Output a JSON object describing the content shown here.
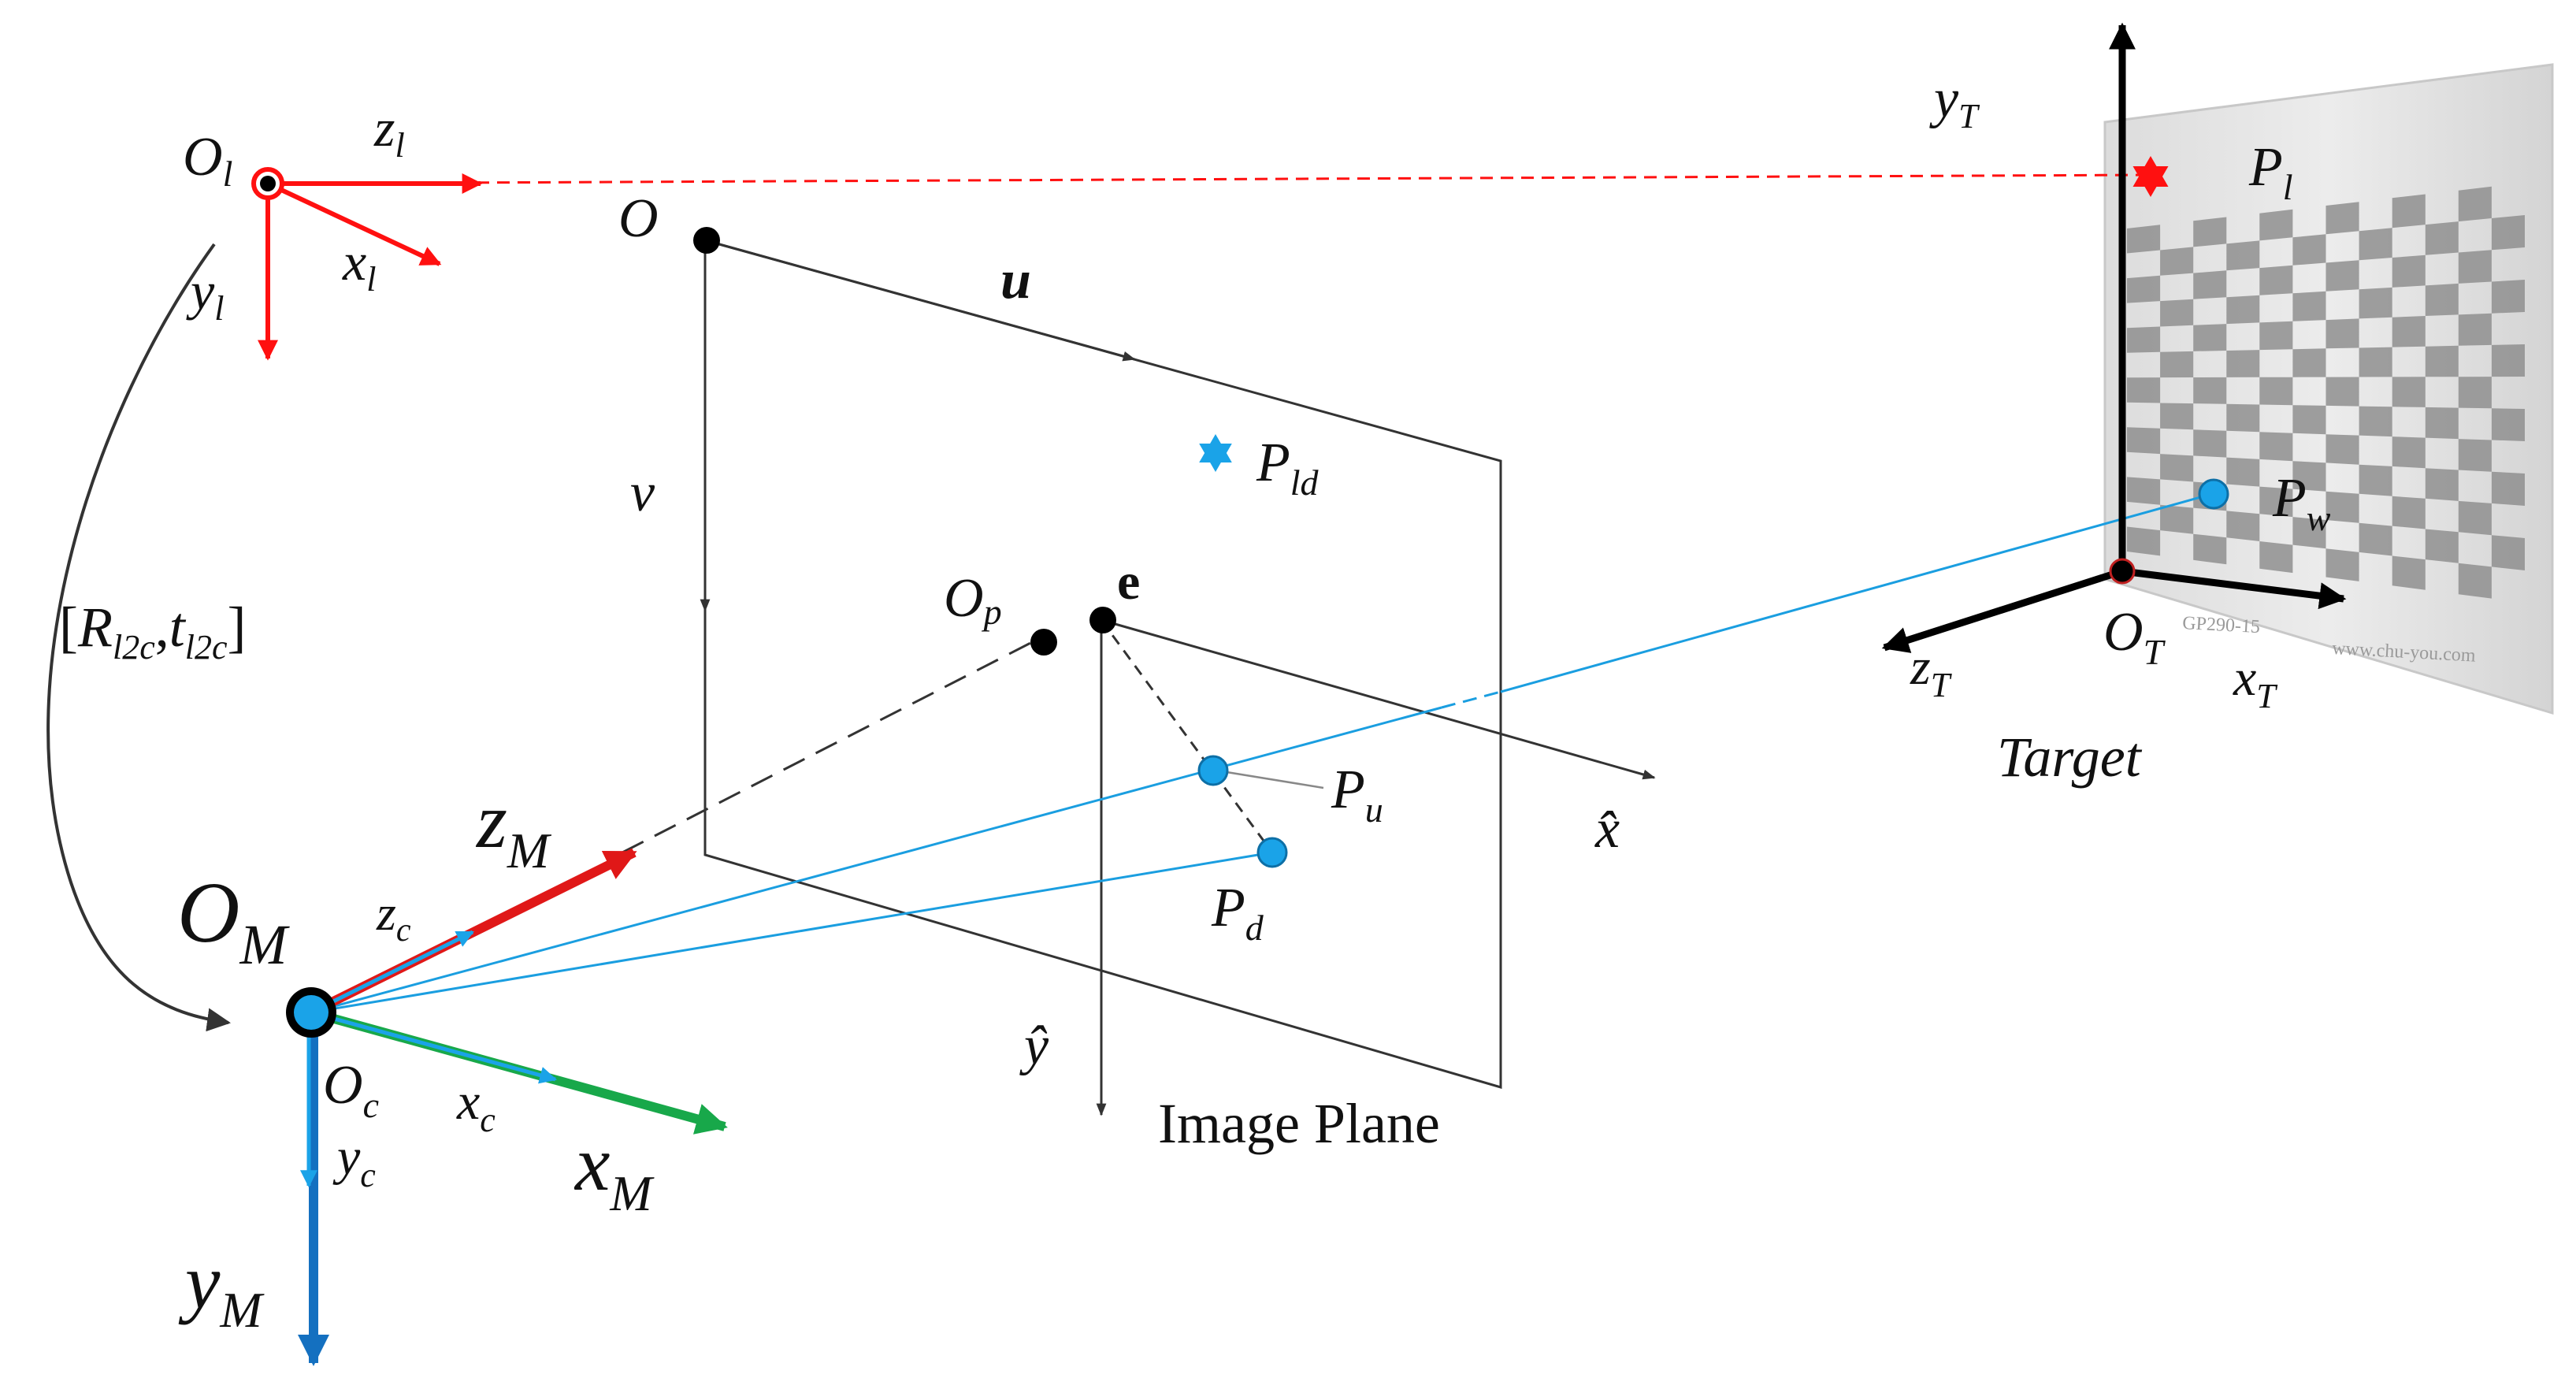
{
  "colors": {
    "lidar": "#ff1010",
    "camera": "#1aa3e8",
    "ray": "#1a9ee0",
    "target_axis": "#000000",
    "x_M": "#18a84a",
    "y_M": "#1470c0",
    "z_M": "#e01818",
    "board": "#e6e6e6",
    "square": "#8f8f8f"
  },
  "icons": {
    "lidar_point": "six-point-star-red",
    "projected_lidar_point": "six-point-star-blue"
  },
  "labels": {
    "O_l": {
      "main": "O",
      "sub": "l"
    },
    "z_l": {
      "main": "z",
      "sub": "l"
    },
    "x_l": {
      "main": "x",
      "sub": "l"
    },
    "y_l": {
      "main": "y",
      "sub": "l"
    },
    "O": {
      "main": "O"
    },
    "u": {
      "main": "u"
    },
    "v": {
      "main": "v"
    },
    "P_ld": {
      "main": "P",
      "sub": "ld"
    },
    "O_p": {
      "main": "O",
      "sub": "p"
    },
    "e": {
      "main": "e"
    },
    "P_u": {
      "main": "P",
      "sub": "u"
    },
    "P_d": {
      "main": "P",
      "sub": "d"
    },
    "x_hat": {
      "main": "x̂"
    },
    "y_hat": {
      "main": "ŷ"
    },
    "image_plane": {
      "main": "Image Plane"
    },
    "transform": {
      "open": "[",
      "R": "R",
      "R_sub": "l2c",
      "comma": ",",
      "t": "t",
      "t_sub": "l2c",
      "close": "]"
    },
    "O_M": {
      "main": "O",
      "sub": "M"
    },
    "z_M": {
      "main": "z",
      "sub": "M"
    },
    "z_c": {
      "main": "z",
      "sub": "c"
    },
    "O_c": {
      "main": "O",
      "sub": "c"
    },
    "x_c": {
      "main": "x",
      "sub": "c"
    },
    "y_c": {
      "main": "y",
      "sub": "c"
    },
    "x_M": {
      "main": "x",
      "sub": "M"
    },
    "y_M": {
      "main": "y",
      "sub": "M"
    },
    "y_T": {
      "main": "y",
      "sub": "T"
    },
    "P_l": {
      "main": "P",
      "sub": "l"
    },
    "P_w": {
      "main": "P",
      "sub": "w"
    },
    "O_T": {
      "main": "O",
      "sub": "T"
    },
    "z_T": {
      "main": "z",
      "sub": "T"
    },
    "x_T": {
      "main": "x",
      "sub": "T"
    },
    "target": {
      "main": "Target"
    }
  },
  "board_text": {
    "model": "GP290-15",
    "website": "www.chu-you.com"
  }
}
